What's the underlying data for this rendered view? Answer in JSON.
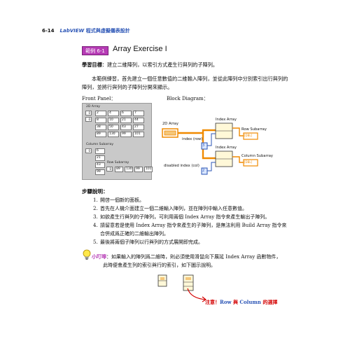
{
  "header": {
    "page": "6-14",
    "lv": "LabVIEW",
    "rest": " 程式與虛擬儀表設計"
  },
  "example": {
    "badge": "範例 6-1",
    "title": "Array Exercise I"
  },
  "goal": {
    "label": "學習目標",
    "text": "：建立二維陣列，以索引方式產生行與列的子陣列。"
  },
  "paragraph": "本範例練習，首先建立一個任意數值的二維輸入陣列，並從此陣列中分別索引出行與列的陣列，並將行與列的子陣列分開來顯示。",
  "front_panel": {
    "label": "Front Panel：",
    "array_label": "2D Array",
    "idx_row": "0",
    "idx_col": "0",
    "rows": [
      [
        "2",
        "4",
        "6",
        "7"
      ],
      [
        "8",
        "10",
        "21",
        "44"
      ],
      [
        "38",
        "50",
        "43",
        "27"
      ],
      [
        "89",
        "130",
        "99",
        "101"
      ]
    ],
    "column_label": "Column Subarray",
    "column_idx": "0",
    "column_values": [
      "6",
      "21",
      "43",
      "99"
    ],
    "row_label": "Row Subarray",
    "row_idx": "0",
    "row_values": [
      "89",
      "130",
      "99",
      "101"
    ]
  },
  "block_diagram": {
    "label": "Block Diagram：",
    "array_label": "2D Array",
    "index_array_1": "Index Array",
    "index_array_2": "Index Array",
    "row_control": "index (row)",
    "col_control": "disabled index (col)",
    "row_out": "Row Subarray",
    "col_out": "Column Subarray",
    "const_row": "3",
    "const_col": "2",
    "dbl": "[DBL]"
  },
  "steps_title": "步驟說明",
  "steps": [
    {
      "n": "1.",
      "text": "開啓一個新的面板。"
    },
    {
      "n": "2.",
      "text": "首先在人機介面建立一個二維輸入陣列，並在陣列中輸入任意數值。"
    },
    {
      "n": "3.",
      "text": "如欲產生行與列的子陣列，可利用兩個 Index Array 指令來產生輸出子陣列。"
    },
    {
      "n": "4.",
      "text": "請留意若是使用 Index Array 指令來產生的子陣列，是無法利用 Build Array 指令來"
    },
    {
      "n": "",
      "text": "合併成爲正確的二維輸出陣列。"
    },
    {
      "n": "5.",
      "text": "最後將兩個子陣列以行與列的方式展開即完成。"
    }
  ],
  "tip": {
    "key": "小叮嚀",
    "line1": "：如果輸入的陣列爲二維時，則必須使用滑鼠向下展延 Index Array 函數物件，",
    "line2": "此時便會產生列的索引與行的索引，如下圖示說明。"
  },
  "warn": {
    "pre": "注意！",
    "row": "Row",
    "mid": " 與 ",
    "col": "Column",
    "post": " 的選擇"
  },
  "colors": {
    "accent": "#b63bb5",
    "blue": "#2b55b6",
    "warn": "#d40000",
    "wire": "#f08a00"
  }
}
